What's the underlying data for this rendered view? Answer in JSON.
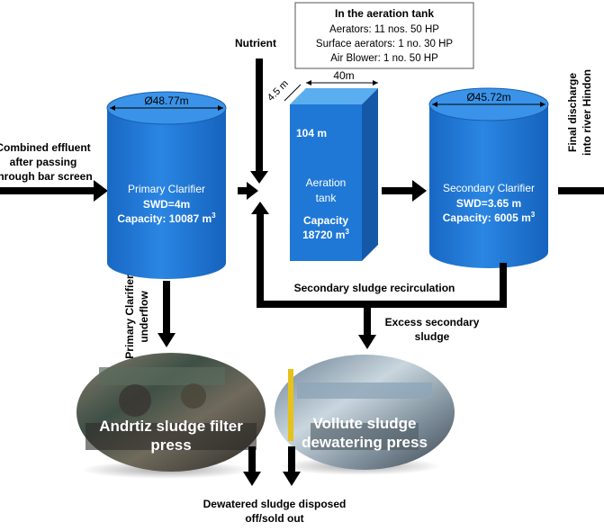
{
  "aeration_box": {
    "title": "In the aeration tank",
    "aerators": "Aerators: 11 nos. 50 HP",
    "surface_aerators": "Surface aerators:  1 no. 30 HP",
    "air_blower": "Air Blower: 1 no. 50 HP"
  },
  "inlet": {
    "line1": "Combined effluent",
    "line2": "after passing",
    "line3": "through bar screen"
  },
  "nutrient": "Nutrient",
  "primary_clarifier": {
    "diameter": "Ø48.77m",
    "name": "Primary Clarifier",
    "swd": "SWD=4m",
    "capacity": "Capacity: 10087 m",
    "capacity_sup": "3"
  },
  "aeration_tank": {
    "width": "40m",
    "depth": "4.5 m",
    "length": "104 m",
    "name_line1": "Aeration",
    "name_line2": "tank",
    "capacity_label": "Capacity",
    "capacity_value": "18720 m",
    "capacity_sup": "3"
  },
  "secondary_clarifier": {
    "diameter": "Ø45.72m",
    "name": "Secondary Clarifier",
    "swd": "SWD=3.65 m",
    "capacity": "Capacity: 6005 m",
    "capacity_sup": "3"
  },
  "final_discharge": {
    "line1": "Final discharge",
    "line2": "into river Hindon"
  },
  "secondary_recirculation": "Secondary sludge recirculation",
  "excess_sludge": {
    "line1": "Excess secondary",
    "line2": "sludge"
  },
  "primary_underflow": {
    "line1": "Primary Clarifier",
    "line2": "underflow"
  },
  "andritz": {
    "line1": "Andrtiz sludge filter",
    "line2": "press"
  },
  "vollute": {
    "line1": "Vollute sludge",
    "line2": "dewatering press"
  },
  "dewatered": {
    "line1": "Dewatered sludge disposed",
    "line2": "off/sold out"
  },
  "colors": {
    "tank_blue": "#1f78d6",
    "tank_top": "#3f98ea",
    "arrow": "#000000"
  }
}
